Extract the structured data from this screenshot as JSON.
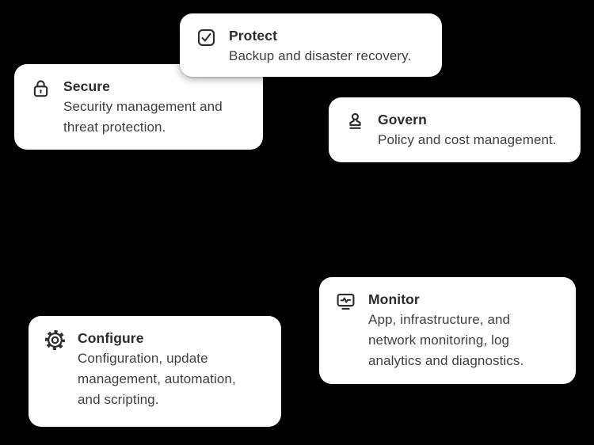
{
  "background_color": "#000000",
  "card_fill": "#ffffff",
  "title_color": "#2c2c2c",
  "description_color": "#3f3f3f",
  "icon_color": "#2e2e2e",
  "cards": [
    {
      "id": "protect",
      "icon": "checkbox-icon",
      "title": "Protect",
      "description": "Backup and disaster recovery."
    },
    {
      "id": "secure",
      "icon": "lock-icon",
      "title": "Secure",
      "description": "Security management and\nthreat protection."
    },
    {
      "id": "govern",
      "icon": "stamp-icon",
      "title": "Govern",
      "description": "Policy and cost management."
    },
    {
      "id": "monitor",
      "icon": "monitor-icon",
      "title": "Monitor",
      "description": "App, infrastructure, and\nnetwork monitoring, log\nanalytics and diagnostics."
    },
    {
      "id": "configure",
      "icon": "gear-icon",
      "title": "Configure",
      "description": "Configuration, update\nmanagement, automation,\nand scripting."
    }
  ]
}
